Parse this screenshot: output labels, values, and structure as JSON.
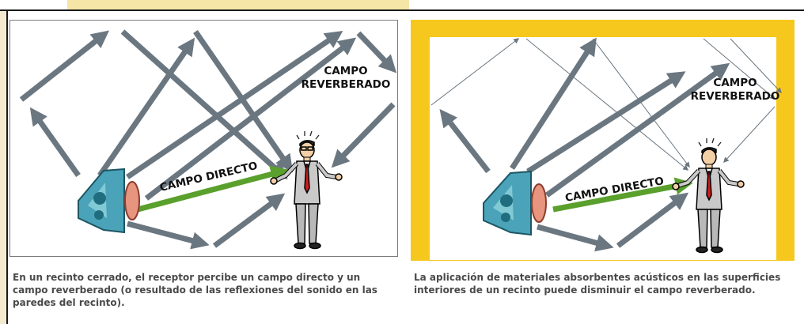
{
  "panels": [
    {
      "id": "left",
      "direct_field_label": "CAMPO DIRECTO",
      "reverberant_field_label_line1": "CAMPO",
      "reverberant_field_label_line2": "REVERBERADO",
      "caption": "En un recinto cerrado, el receptor percibe un campo directo y un campo reverberado (o resultado de las reflexiones del sonido en las paredes del recinto)."
    },
    {
      "id": "right",
      "direct_field_label": "CAMPO DIRECTO",
      "reverberant_field_label_line1": "CAMPO",
      "reverberant_field_label_line2": "REVERBERADO",
      "caption": "La aplicación de materiales absorbentes acústicos en las superficies interiores de un recinto puede disminuir el campo reverberado."
    }
  ],
  "colors": {
    "absorbent_frame": "#f6c81d",
    "reflection_arrow": "#6b7780",
    "direct_arrow": "#5aa02c",
    "caption_text": "#4a4a4a"
  }
}
